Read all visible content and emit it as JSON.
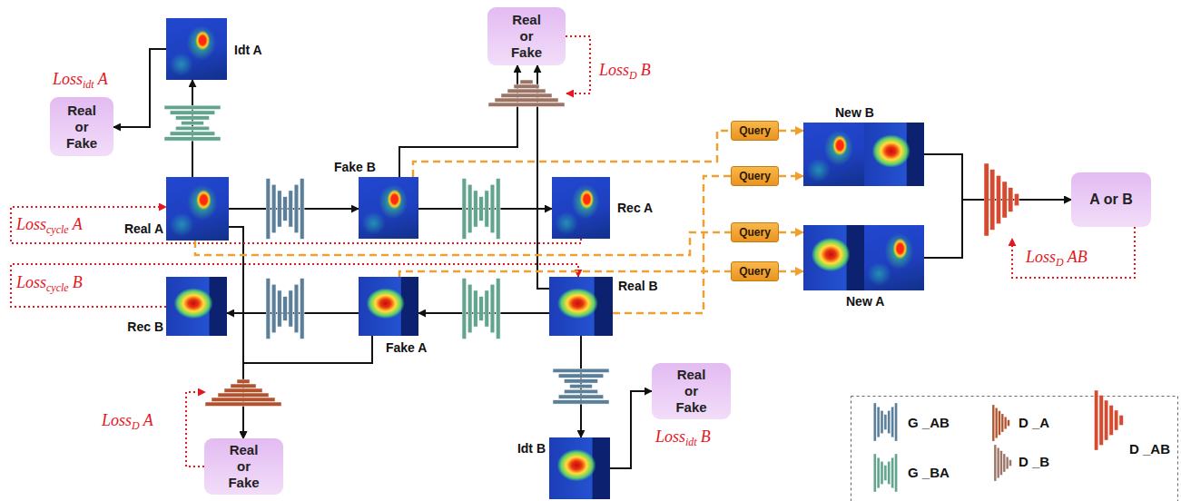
{
  "diagram": {
    "nodes": [
      {
        "text": [
          "Idt A"
        ]
      },
      {
        "text": [
          "Real or Fake"
        ]
      },
      {
        "text": [
          "Real or Fake"
        ]
      },
      {
        "text": [
          "Real A"
        ]
      },
      {
        "text": [
          "Fake B"
        ]
      },
      {
        "text": [
          "Rec A"
        ]
      },
      {
        "text": [
          "Query"
        ]
      },
      {
        "text": [
          "Query"
        ]
      },
      {
        "text": [
          "Query"
        ]
      },
      {
        "text": [
          "Query"
        ]
      },
      {
        "text": [
          "New B"
        ]
      },
      {
        "text": [
          "A or B"
        ]
      },
      {
        "text": [
          "New A"
        ]
      },
      {
        "text": [
          "Rec B"
        ]
      },
      {
        "text": [
          "Fake A"
        ]
      },
      {
        "text": [
          "Real B"
        ]
      },
      {
        "text": [
          "Real or Fake"
        ]
      },
      {
        "text": [
          "Real or Fake"
        ]
      },
      {
        "text": [
          "Idt B"
        ]
      }
    ],
    "edges": [
      {
        "from": 3,
        "to": 0,
        "arrow": "to"
      },
      {
        "from": 0,
        "to": 1,
        "arrow": "to"
      },
      {
        "from": 3,
        "to": 4,
        "arrow": "to"
      },
      {
        "from": 4,
        "to": 5,
        "arrow": "to"
      },
      {
        "from": 4,
        "to": 2,
        "arrow": "to"
      },
      {
        "from": 15,
        "to": 2,
        "arrow": "to"
      },
      {
        "from": 15,
        "to": 14,
        "arrow": "to"
      },
      {
        "from": 14,
        "to": 13,
        "arrow": "to"
      },
      {
        "from": 3,
        "to": 17,
        "arrow": "to"
      },
      {
        "from": 14,
        "to": 17,
        "arrow": "to"
      },
      {
        "from": 15,
        "to": 18,
        "arrow": "to"
      },
      {
        "from": 18,
        "to": 16,
        "arrow": "to"
      },
      {
        "from": 5,
        "to": 3,
        "arrow": "to"
      },
      {
        "from": 13,
        "to": 15,
        "arrow": "to"
      },
      {
        "from": 4,
        "to": 6,
        "arrow": "none"
      },
      {
        "from": 15,
        "to": 7,
        "arrow": "none"
      },
      {
        "from": 3,
        "to": 8,
        "arrow": "none"
      },
      {
        "from": 14,
        "to": 9,
        "arrow": "none"
      },
      {
        "from": 6,
        "to": 10,
        "arrow": "to"
      },
      {
        "from": 7,
        "to": 10,
        "arrow": "to"
      },
      {
        "from": 8,
        "to": 12,
        "arrow": "to"
      },
      {
        "from": 9,
        "to": 12,
        "arrow": "to"
      },
      {
        "from": 10,
        "to": 11,
        "arrow": "to"
      },
      {
        "from": 12,
        "to": 11,
        "arrow": "to"
      }
    ],
    "labels": [
      "Loss",
      "idt",
      "A",
      "Loss",
      "D",
      "B",
      "Loss",
      "cycle",
      "A",
      "Loss",
      "cycle",
      "B",
      "Loss",
      "D",
      "AB",
      "Loss",
      "idt",
      "B",
      "Loss",
      "D",
      "A"
    ],
    "legend": [
      {
        "text": "G _AB"
      },
      {
        "text": "D _A"
      },
      {
        "text": "D _AB"
      },
      {
        "text": "G _BA"
      },
      {
        "text": "D _B"
      }
    ]
  }
}
